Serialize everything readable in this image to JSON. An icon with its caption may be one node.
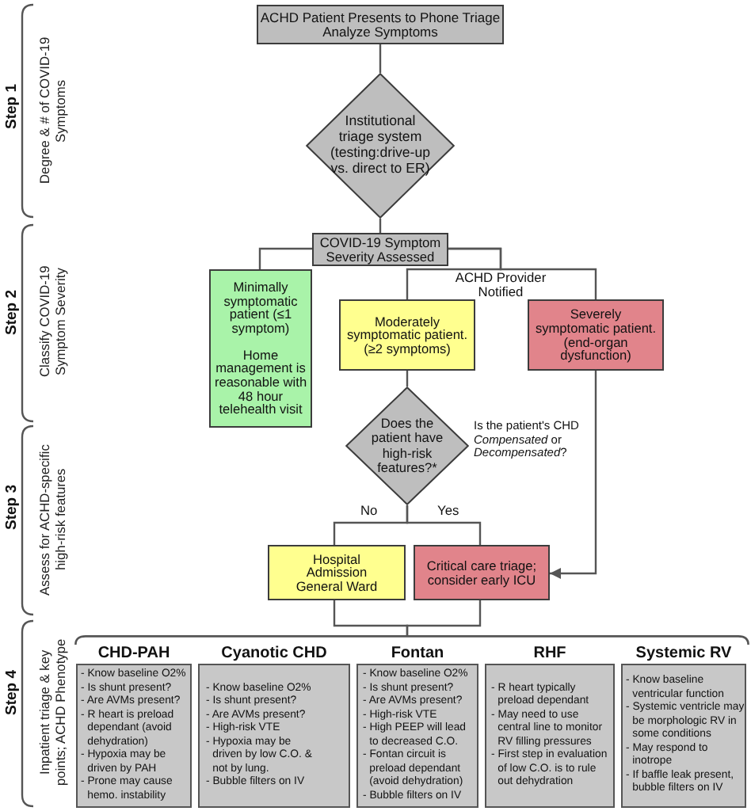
{
  "diagram": {
    "nodes": [
      {
        "text": [
          "ACHD Patient Presents to Phone Triage",
          "Analyze Symptoms"
        ]
      },
      {
        "text": [
          "Institutional triage system (testing:drive-up vs. direct to ER)"
        ]
      },
      {
        "text": [
          "COVID-19 Symptom Severity Assessed"
        ]
      },
      {
        "text": [
          "Minimally symptomatic patient (≤1 symptom)",
          "Home management is reasonable with 48 hour telehealth visit"
        ]
      },
      {
        "text": [
          "Moderately symptomatic patient. (≥2 symptoms)"
        ]
      },
      {
        "text": [
          "Severely symptomatic patient. (end-organ dysfunction)"
        ]
      },
      {
        "text": [
          "Does the patient have high-risk features?*"
        ],
        "beside": [
          "Is the patient's CHD *Compensated* or *Decompensated*?"
        ]
      },
      {
        "text": [
          "Hospital Admission General Ward"
        ]
      },
      {
        "text": [
          "Critical care triage; consider early ICU"
        ]
      },
      {
        "text": [],
        "shape": "bracket"
      },
      {
        "text": [
          "CHD-PAH",
          "- Know baseline O2%",
          "- Is shunt present?",
          "- Are AVMs present?",
          "- R heart is preload dependant (avoid dehydration)",
          "- Hypoxia may be driven by PAH",
          "- Prone may cause hemo. instability"
        ]
      },
      {
        "text": [
          "Cyanotic CHD",
          "- Know baseline O2%",
          "- Is shunt present?",
          "- Are AVMs present?",
          "- High-risk VTE",
          "- Hypoxia may be driven by low C.O. & not by lung.",
          "- Bubble filters on IV"
        ]
      },
      {
        "text": [
          "Fontan",
          "- Know baseline O2%",
          "- Is shunt present?",
          "- Are AVMs present?",
          "- High-risk VTE",
          "- High PEEP will lead to decreased C.O.",
          "- Fontan circuit is preload dependant (avoid dehydration)",
          "- Bubble filters on IV"
        ]
      },
      {
        "text": [
          "RHF",
          "- R heart typically preload dependant",
          "- May need to use central line to monitor RV filling pressures",
          "- First step in evaluation of low C.O. is to rule out dehydration"
        ]
      },
      {
        "text": [
          "Systemic RV",
          "- Know baseline ventricular function",
          "- Systemic ventricle may be morphologic RV in some conditions",
          "- May respond to inotrope",
          "- If baffle leak present, bubble filters on IV"
        ]
      }
    ],
    "edges": [
      {
        "from": 0,
        "to": 1,
        "arrow": "none"
      },
      {
        "from": 1,
        "to": 2,
        "arrow": "none"
      },
      {
        "from": 2,
        "to": 3,
        "arrow": "none"
      },
      {
        "from": 2,
        "to": 4,
        "arrow": "none"
      },
      {
        "from": 2,
        "to": 5,
        "arrow": "none"
      },
      {
        "from": 4,
        "to": 6,
        "arrow": "none"
      },
      {
        "from": 6,
        "to": 7,
        "label": "No",
        "arrow": "none"
      },
      {
        "from": 6,
        "to": 8,
        "label": "Yes",
        "arrow": "none"
      },
      {
        "from": 5,
        "to": 8,
        "arrow": "to"
      },
      {
        "from": 7,
        "to": 9,
        "arrow": "none"
      },
      {
        "from": 8,
        "to": 9,
        "arrow": "none"
      }
    ],
    "labels": [
      "Step 1",
      "Degree & # of COVID-19 Symptoms",
      "Step 2",
      "Classify COVID-19 Symptom Severity",
      "ACHD Provider Notified",
      "Step 3",
      "Assess for ACHD-specific high-risk features",
      "Step 4",
      "Inpatient triage & key points; ACHD Phenotype"
    ]
  }
}
